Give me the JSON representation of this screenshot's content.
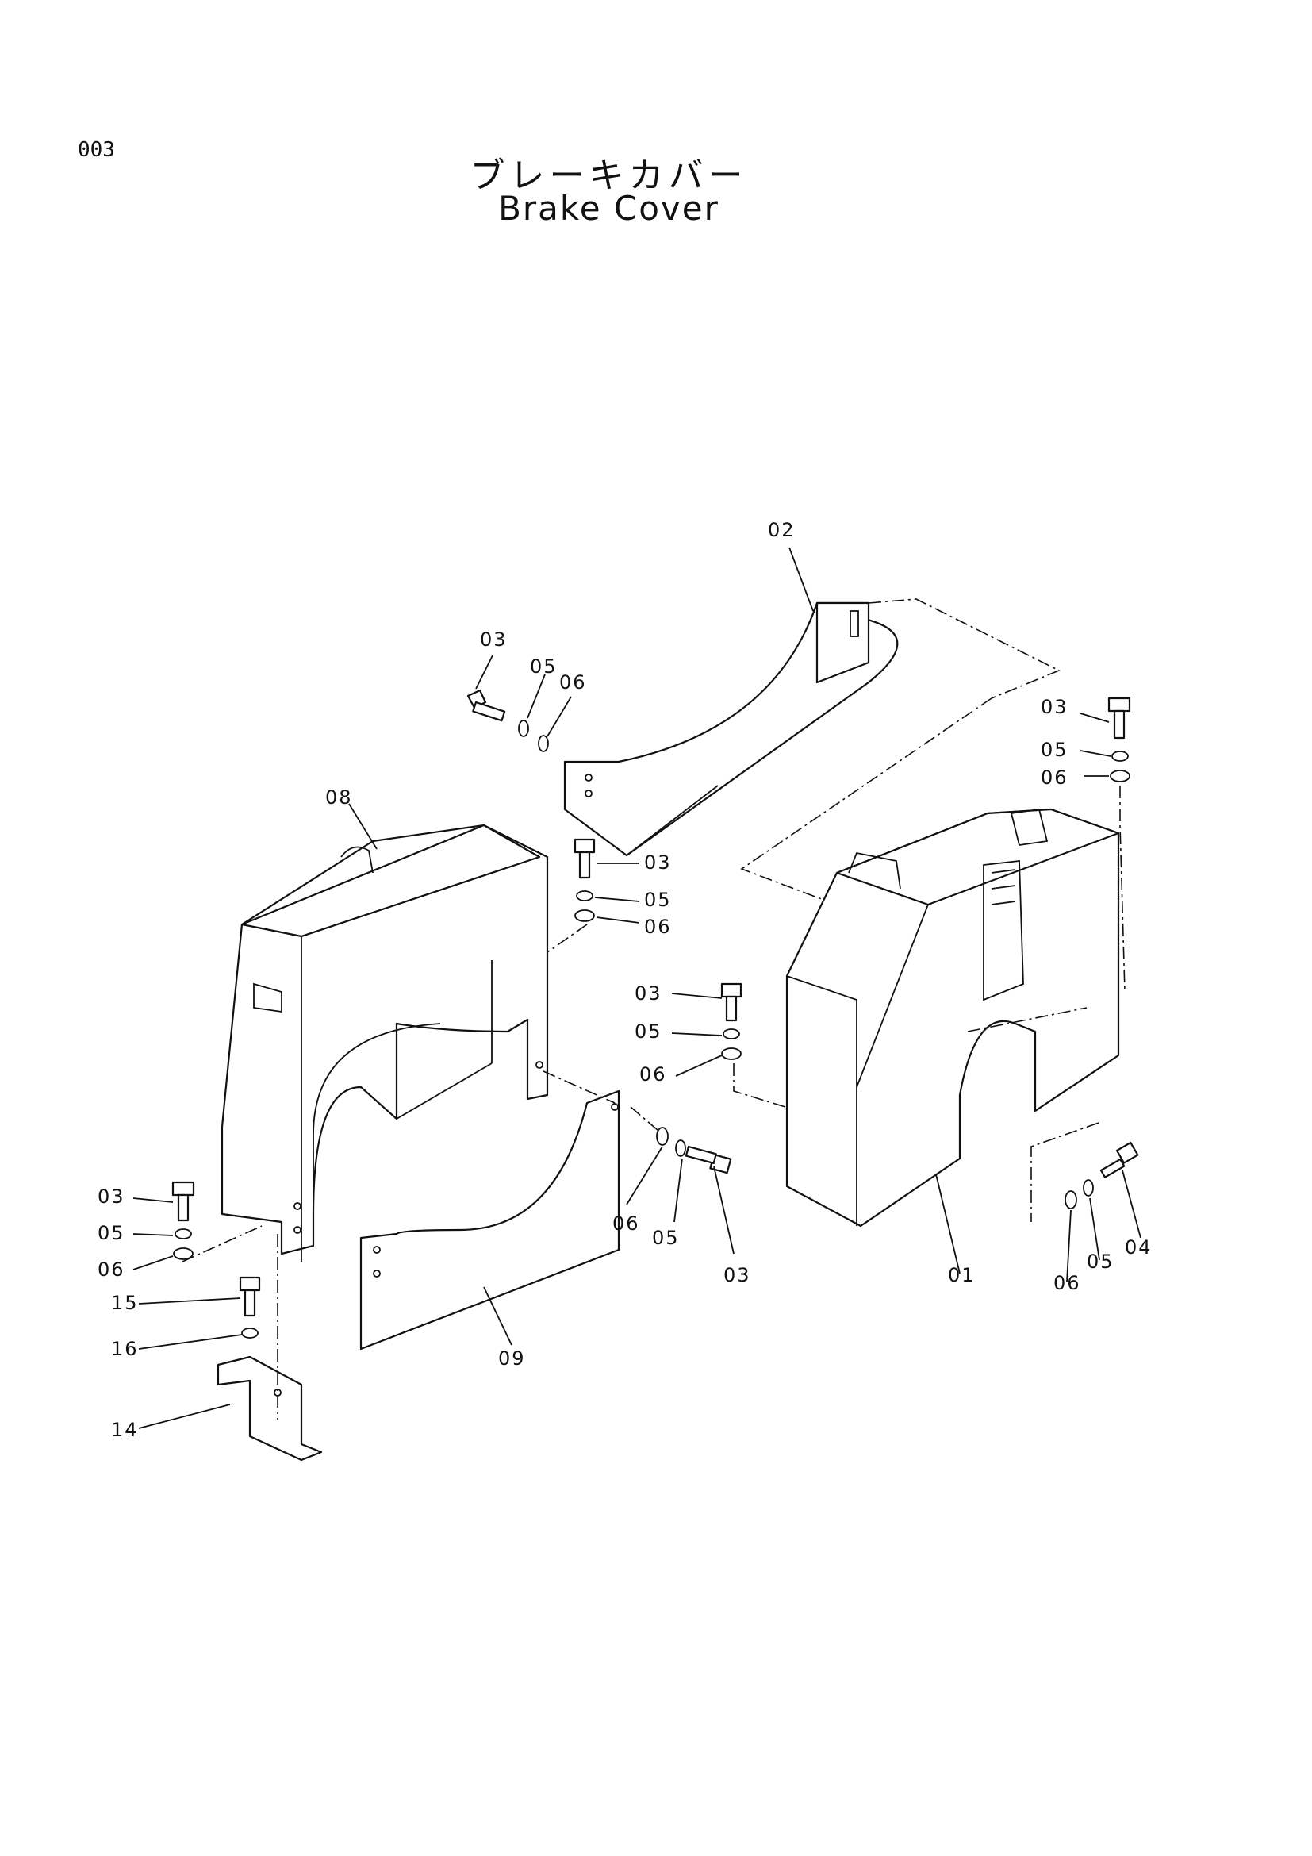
{
  "page_number": "003",
  "title_jp": "ブレーキカバー",
  "title_en": "Brake Cover",
  "callouts": [
    "01",
    "02",
    "03",
    "03",
    "03",
    "03",
    "03",
    "03",
    "04",
    "05",
    "05",
    "05",
    "05",
    "05",
    "05",
    "06",
    "06",
    "06",
    "06",
    "06",
    "06",
    "08",
    "09",
    "14",
    "15",
    "16"
  ],
  "colors": {
    "ink": "#111111",
    "paper": "#ffffff"
  }
}
